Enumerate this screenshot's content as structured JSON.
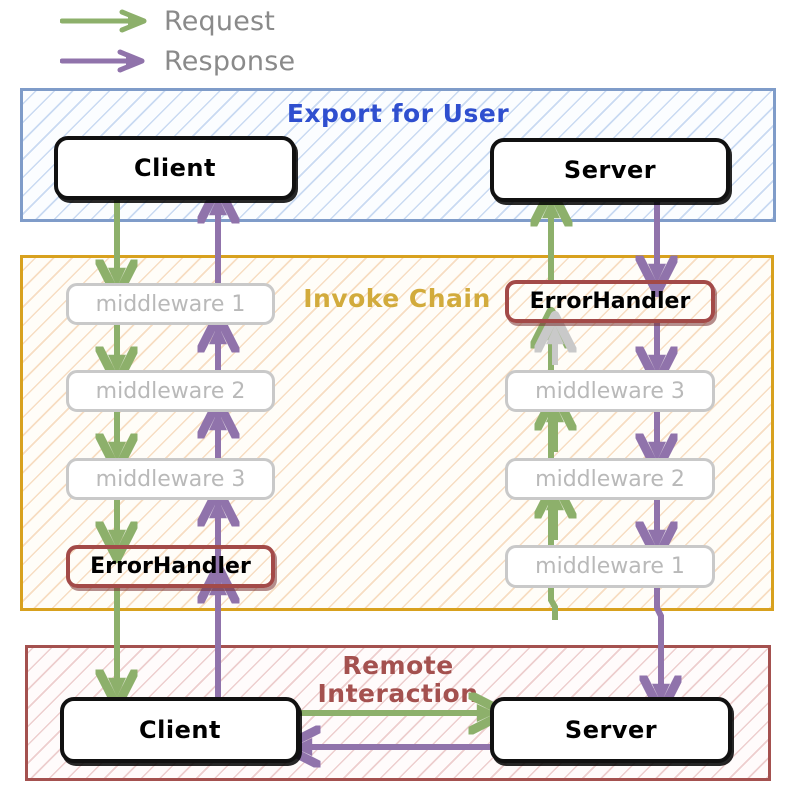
{
  "legend": {
    "items": [
      {
        "id": "request",
        "label": "Request",
        "color": "#8db06b"
      },
      {
        "id": "response",
        "label": "Response",
        "color": "#9073ab"
      }
    ]
  },
  "colors": {
    "request_green": "#8db06b",
    "response_purple": "#9073ab",
    "export_border": "#7f9cc9",
    "export_title": "#2f4fcf",
    "chain_border": "#d8a11e",
    "chain_title": "#d2ab3c",
    "remote_border": "#a4514f",
    "remote_title": "#a4514f",
    "node_border": "#111111",
    "middleware_border": "#c9c9c9",
    "middleware_text": "#b9b9b9",
    "errorhandler_border": "#a34a48"
  },
  "panels": [
    {
      "id": "export",
      "title": "Export for User"
    },
    {
      "id": "chain",
      "title": "Invoke Chain"
    },
    {
      "id": "remote",
      "title": "Remote\nInteraction",
      "title_line1": "Remote",
      "title_line2": "Interaction"
    }
  ],
  "nodes": {
    "export": [
      {
        "id": "export-client",
        "label": "Client",
        "style": "solid"
      },
      {
        "id": "export-server",
        "label": "Server",
        "style": "solid"
      }
    ],
    "chain_left": [
      {
        "id": "chain-left-mw1",
        "label": "middleware 1",
        "style": "middleware"
      },
      {
        "id": "chain-left-mw2",
        "label": "middleware 2",
        "style": "middleware"
      },
      {
        "id": "chain-left-mw3",
        "label": "middleware 3",
        "style": "middleware"
      },
      {
        "id": "chain-left-err",
        "label": "ErrorHandler",
        "style": "errorhandler"
      }
    ],
    "chain_right": [
      {
        "id": "chain-right-err",
        "label": "ErrorHandler",
        "style": "errorhandler"
      },
      {
        "id": "chain-right-mw3",
        "label": "middleware 3",
        "style": "middleware"
      },
      {
        "id": "chain-right-mw2",
        "label": "middleware 2",
        "style": "middleware"
      },
      {
        "id": "chain-right-mw1",
        "label": "middleware 1",
        "style": "middleware"
      }
    ],
    "remote": [
      {
        "id": "remote-client",
        "label": "Client",
        "style": "solid"
      },
      {
        "id": "remote-server",
        "label": "Server",
        "style": "solid"
      }
    ]
  },
  "flows": {
    "request_path": [
      "Client (Export for User)",
      "middleware 1",
      "middleware 2",
      "middleware 3",
      "ErrorHandler",
      "Client (Remote Interaction)",
      "Server (Remote Interaction)",
      "ErrorHandler",
      "Server (Export for User)"
    ],
    "response_path": [
      "Server (Export for User)",
      "ErrorHandler",
      "middleware 3",
      "middleware 2",
      "middleware 1",
      "Server (Remote Interaction)",
      "Client (Remote Interaction)",
      "ErrorHandler",
      "middleware 3",
      "middleware 2",
      "middleware 1",
      "Client (Export for User)"
    ]
  }
}
